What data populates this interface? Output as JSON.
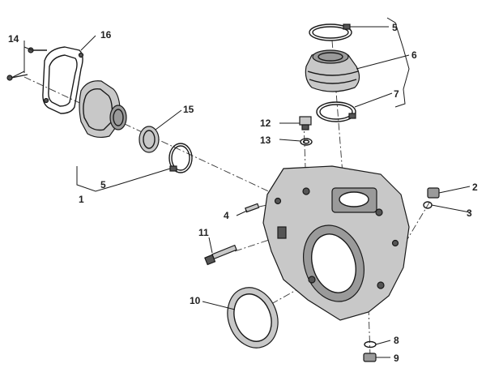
{
  "diagram": {
    "callouts": [
      {
        "id": "c1",
        "label": "1"
      },
      {
        "id": "c2",
        "label": "2"
      },
      {
        "id": "c3",
        "label": "3"
      },
      {
        "id": "c4",
        "label": "4"
      },
      {
        "id": "c5a",
        "label": "5"
      },
      {
        "id": "c5b",
        "label": "5"
      },
      {
        "id": "c6",
        "label": "6"
      },
      {
        "id": "c7",
        "label": "7"
      },
      {
        "id": "c8",
        "label": "8"
      },
      {
        "id": "c9",
        "label": "9"
      },
      {
        "id": "c10",
        "label": "10"
      },
      {
        "id": "c11",
        "label": "11"
      },
      {
        "id": "c12",
        "label": "12"
      },
      {
        "id": "c13",
        "label": "13"
      },
      {
        "id": "c14",
        "label": "14"
      },
      {
        "id": "c15",
        "label": "15"
      },
      {
        "id": "c16",
        "label": "16"
      }
    ]
  }
}
